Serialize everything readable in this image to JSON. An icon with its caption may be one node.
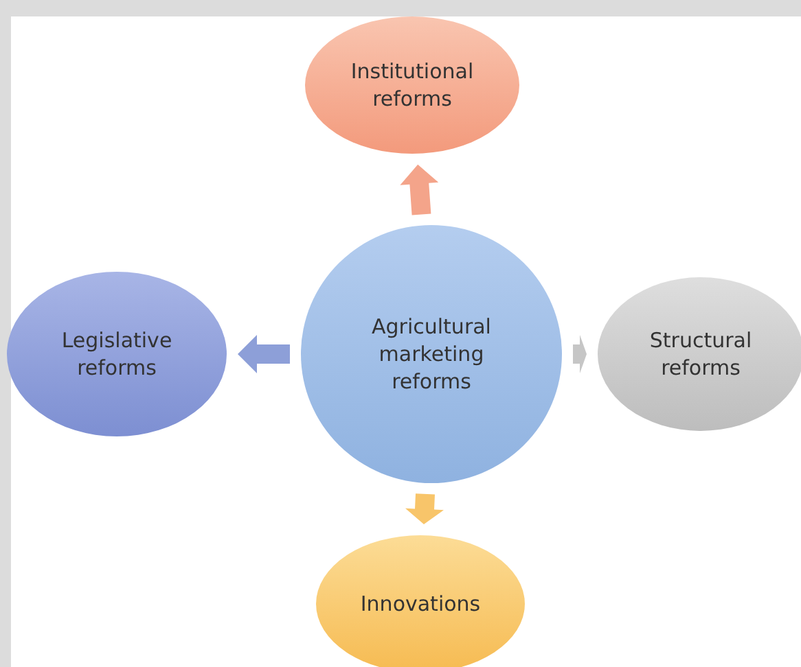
{
  "diagram": {
    "nodes": [
      {
        "text": [
          "Agricultural marketing reforms"
        ]
      },
      {
        "text": [
          "Institutional reforms"
        ]
      },
      {
        "text": [
          "Legislative reforms"
        ]
      },
      {
        "text": [
          "Structural reforms"
        ]
      },
      {
        "text": [
          "Innovations"
        ]
      }
    ],
    "edges": [
      {
        "from": 0,
        "to": 1,
        "arrow": "to",
        "style": "thick",
        "color": "#f4a48a"
      },
      {
        "from": 0,
        "to": 2,
        "arrow": "to",
        "style": "thick",
        "color": "#8d9fd8"
      },
      {
        "from": 0,
        "to": 3,
        "arrow": "to",
        "style": "thick",
        "color": "#c6c6c6"
      },
      {
        "from": 0,
        "to": 4,
        "arrow": "to",
        "style": "thick",
        "color": "#f8c56a"
      }
    ]
  }
}
